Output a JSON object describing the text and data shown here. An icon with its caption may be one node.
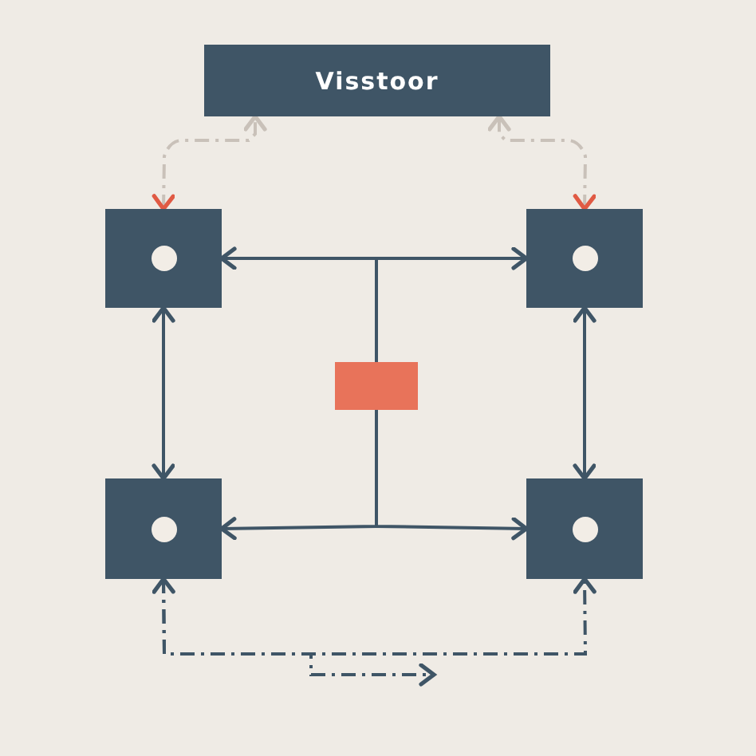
{
  "diagram": {
    "nodes": [
      {
        "text": [
          "Visstoor"
        ]
      },
      {
        "text": [],
        "shape": "box"
      },
      {
        "text": [],
        "shape": "box"
      },
      {
        "text": [],
        "shape": "box"
      },
      {
        "text": [],
        "shape": "box"
      },
      {
        "text": [],
        "shape": "box"
      }
    ],
    "edges": [
      {
        "from": 1,
        "to": 0,
        "arrow": "both",
        "style": "dashed",
        "color": "#c9c1b9"
      },
      {
        "from": 2,
        "to": 0,
        "arrow": "both",
        "style": "dashed",
        "color": "#c9c1b9"
      },
      {
        "from": 3,
        "to": 1,
        "arrow": "to"
      },
      {
        "from": 3,
        "to": 2,
        "arrow": "to"
      },
      {
        "from": 1,
        "to": 4,
        "arrow": "both"
      },
      {
        "from": 2,
        "to": 5,
        "arrow": "both"
      },
      {
        "from": 3,
        "to": 4,
        "arrow": "to"
      },
      {
        "from": 3,
        "to": 5,
        "arrow": "to"
      },
      {
        "from": 4,
        "to": 5,
        "arrow": "both",
        "style": "dashed"
      },
      {
        "from": 4,
        "to": null,
        "arrow": "to",
        "style": "dashed"
      }
    ]
  }
}
